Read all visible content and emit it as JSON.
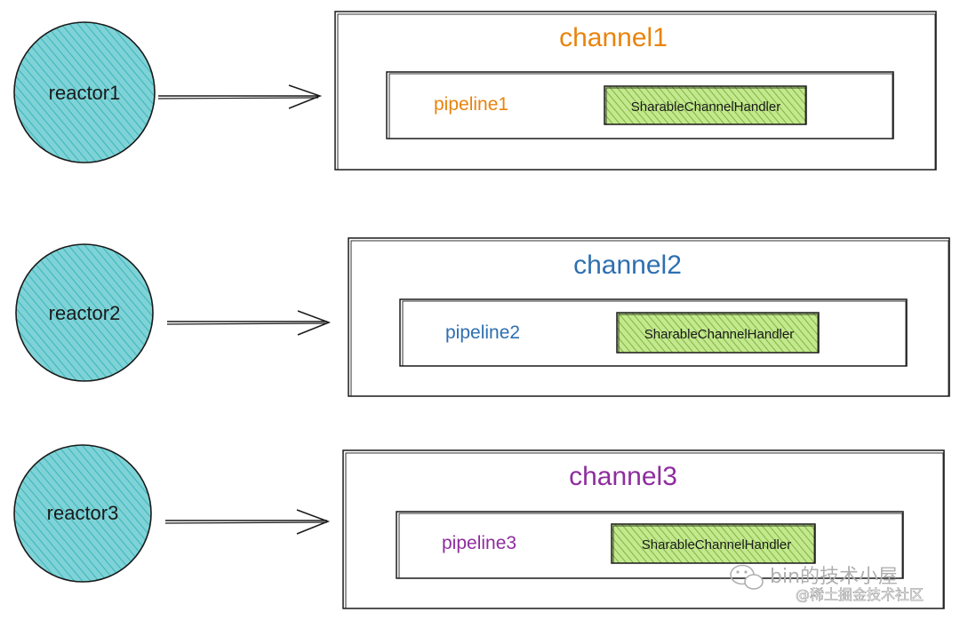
{
  "colors": {
    "reactor_fill": "#7fd3d6",
    "reactor_hatch": "#3fb6bf",
    "handler_fill": "#b7e27a",
    "handler_hatch": "#6ea832",
    "stroke": "#1a1a1a"
  },
  "rows": [
    {
      "reactor": "reactor1",
      "channel": "channel1",
      "pipeline": "pipeline1",
      "handler": "SharableChannelHandler",
      "color": "#e8840c"
    },
    {
      "reactor": "reactor2",
      "channel": "channel2",
      "pipeline": "pipeline2",
      "handler": "SharableChannelHandler",
      "color": "#2e6fb0"
    },
    {
      "reactor": "reactor3",
      "channel": "channel3",
      "pipeline": "pipeline3",
      "handler": "SharableChannelHandler",
      "color": "#8e2d9e"
    }
  ],
  "watermark": {
    "main": "bin的技术小屋",
    "sub": "@稀土掘金技术社区",
    "icon": "wechat-icon"
  }
}
